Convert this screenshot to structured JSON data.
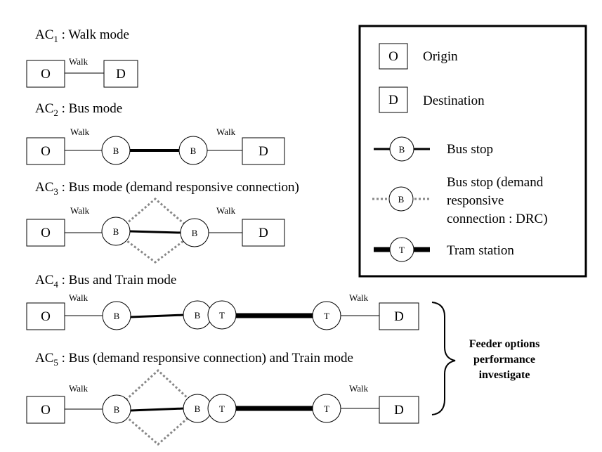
{
  "scenarios": [
    {
      "prefix": "AC",
      "sub": "1",
      "label": " : Walk mode"
    },
    {
      "prefix": "AC",
      "sub": "2",
      "label": " : Bus mode"
    },
    {
      "prefix": "AC",
      "sub": "3",
      "label": " : Bus mode (demand responsive connection)"
    },
    {
      "prefix": "AC",
      "sub": "4",
      "label": " : Bus and Train mode"
    },
    {
      "prefix": "AC",
      "sub": "5",
      "label": " : Bus (demand responsive connection) and Train mode"
    }
  ],
  "labels": {
    "walk": "Walk",
    "origin": "O",
    "destination": "D",
    "bus": "B",
    "tram": "T"
  },
  "legend": {
    "origin": "Origin",
    "destination": "Destination",
    "bus_stop": "Bus stop",
    "drc_line1": "Bus stop (demand",
    "drc_line2": "responsive",
    "drc_line3": "connection : DRC)",
    "tram_station": "Tram station"
  },
  "brace": {
    "line1": "Feeder options",
    "line2": "performance",
    "line3": "investigate"
  }
}
